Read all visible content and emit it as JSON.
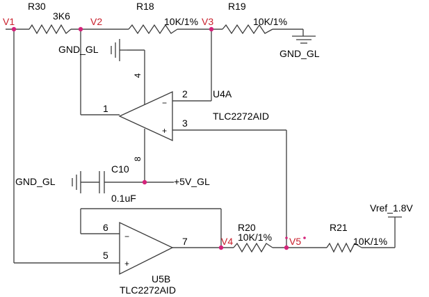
{
  "nodes": {
    "v1": "V1",
    "v2": "V2",
    "v3": "V3",
    "v4": "V4",
    "v5": "V5"
  },
  "resistors": {
    "r30": {
      "ref": "R30",
      "value": "3K6"
    },
    "r18": {
      "ref": "R18",
      "value": "10K/1%"
    },
    "r19": {
      "ref": "R19",
      "value": "10K/1%"
    },
    "r20": {
      "ref": "R20",
      "value": "10K/1%"
    },
    "r21": {
      "ref": "R21",
      "value": "10K/1%"
    }
  },
  "capacitor": {
    "ref": "C10",
    "value": "0.1uF"
  },
  "nets": {
    "gnd_top": "GND_GL",
    "gnd_left": "GND_GL",
    "gnd_cap": "GND_GL",
    "supply": "+5V_GL",
    "vref": "Vref_1.8V"
  },
  "opamp_u4a": {
    "ref": "U4A",
    "part": "TLC2272AID",
    "pin_out": "1",
    "pin_inv": "2",
    "pin_noninv": "3",
    "pin_gnd": "4",
    "pin_vcc": "8",
    "minus": "−",
    "plus": "+"
  },
  "opamp_u5b": {
    "ref": "U5B",
    "part": "TLC2272AID",
    "pin_inv": "6",
    "pin_noninv": "5",
    "pin_out": "7",
    "minus": "−",
    "plus": "+"
  },
  "colors": {
    "wire": "#4a4a4a",
    "node_label": "#c81e2a",
    "junction": "#d4237a"
  }
}
